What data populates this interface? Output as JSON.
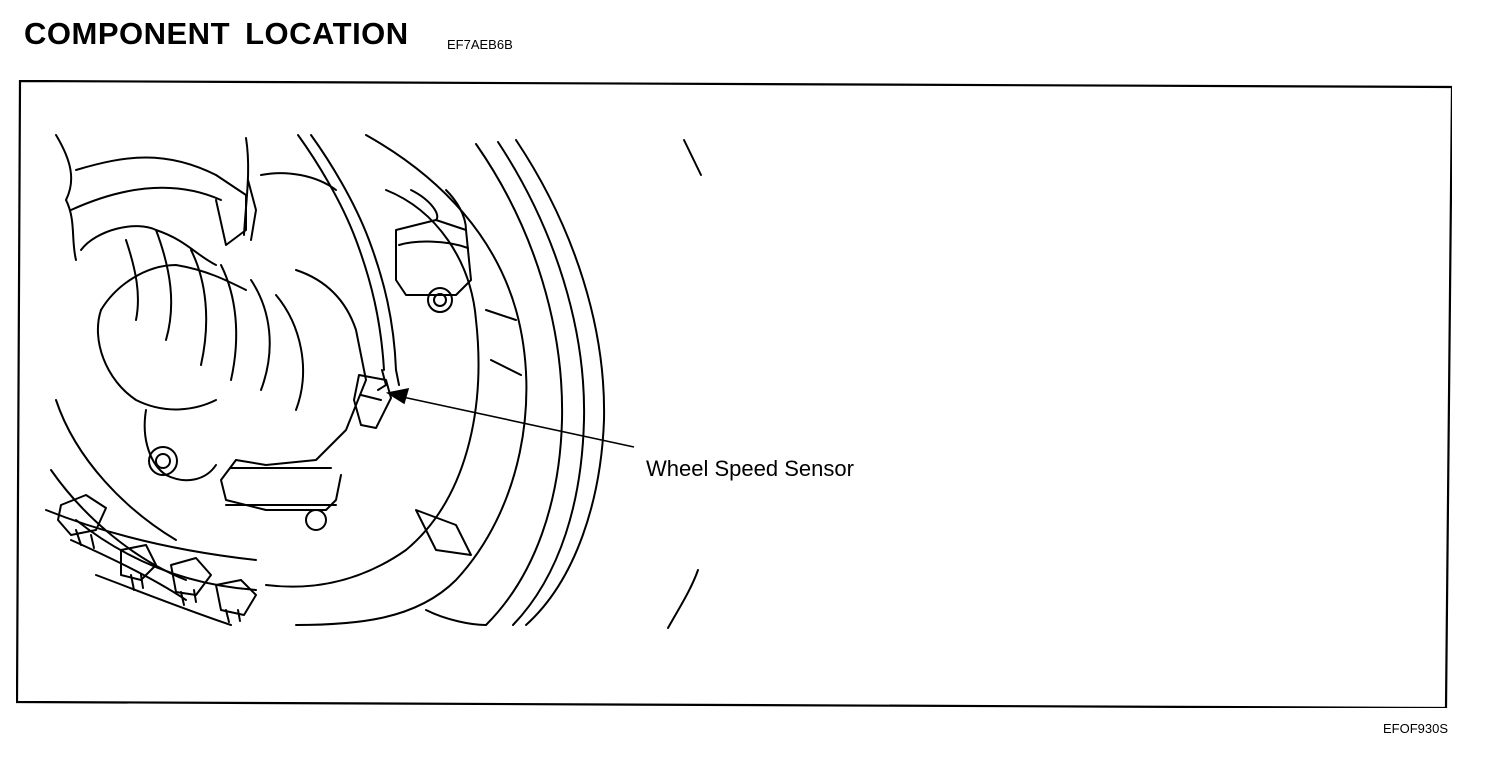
{
  "header": {
    "title": "COMPONENT LOCATION",
    "code": "EF7AEB6B"
  },
  "figure": {
    "callout": "Wheel Speed Sensor",
    "figure_code": "EFOF930S"
  }
}
